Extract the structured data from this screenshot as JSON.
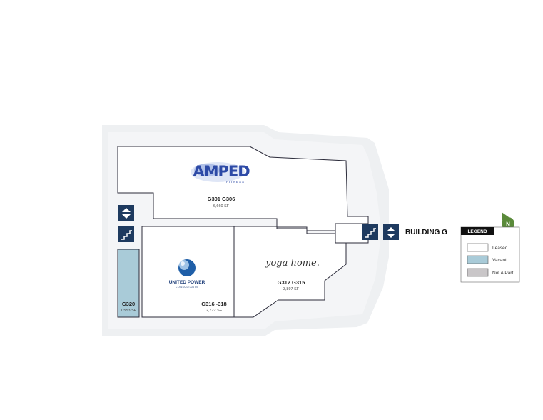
{
  "building": {
    "label": "BUILDING G"
  },
  "compass": {
    "label": "N"
  },
  "units": [
    {
      "id": "G301 G306",
      "area": "6,660 SF",
      "tenant": "AMPED",
      "tenant_sub": "FITNESS",
      "status": "Leased"
    },
    {
      "id": "G316 -318",
      "area": "2,722 SF",
      "tenant": "UNITED POWER",
      "tenant_sub": "CONSULTANTS",
      "status": "Leased"
    },
    {
      "id": "G312 G315",
      "area": "3,897 SF",
      "tenant": "yoga home.",
      "status": "Leased"
    },
    {
      "id": "G320",
      "area": "1,553 SF",
      "status": "Vacant"
    }
  ],
  "legend": {
    "title": "LEGEND",
    "items": [
      {
        "label": "Leased",
        "color": "#ffffff"
      },
      {
        "label": "Vacant",
        "color": "#a9cbd8"
      },
      {
        "label": "Not A Part",
        "color": "#c9c6c8"
      }
    ]
  },
  "icons": {
    "elevator": "elevator-icon",
    "stairs": "stairs-icon"
  },
  "colors": {
    "navy": "#1e3a5f",
    "site": "#eef0f2",
    "vacant": "#a9cbd8",
    "compass": "#5a8a3a"
  }
}
